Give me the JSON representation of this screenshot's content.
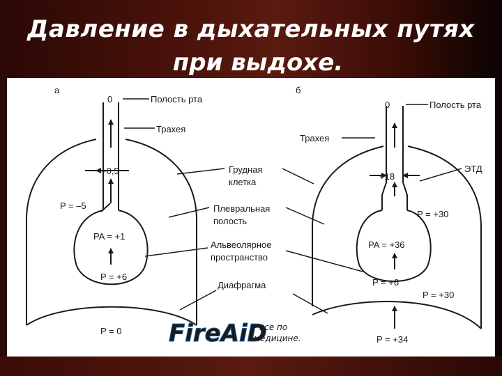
{
  "title": {
    "line1": "Давление в дыхательных путях",
    "line2": "при выдохе."
  },
  "left": {
    "panel_letter": "а",
    "mouth_value": "0",
    "mouth_label": "Полость рта",
    "trachea_label": "Трахея",
    "airway_value": "+0,5",
    "pleural_pressure": "P = –5",
    "alveolar_pressure": "PA = +1",
    "elastic_pressure": "P = +6",
    "abdominal_pressure": "P = 0"
  },
  "right": {
    "panel_letter": "б",
    "mouth_value": "0",
    "mouth_label": "Полость рта",
    "trachea_label": "Трахея",
    "airway_value": "+18",
    "etd_label": "ЭТД",
    "pleural_pressure": "P = +30",
    "alveolar_pressure": "PA = +36",
    "elastic_pressure": "P = +6",
    "lower_pleural_pressure": "P = +30",
    "abdominal_pressure": "P = +34"
  },
  "center_labels": {
    "chest_wall_line1": "Грудная",
    "chest_wall_line2": "клетка",
    "pleural_line1": "Плевральная",
    "pleural_line2": "полость",
    "alveolar_line1": "Альвеолярное",
    "alveolar_line2": "пространство",
    "diaphragm": "Диафрагма"
  },
  "logo": {
    "main": "FireAiD",
    "sub_line1": "- все по",
    "sub_line2": "медицине."
  },
  "colors": {
    "logo_blue": "#3a8fd0",
    "logo_text": "#1f5f96"
  }
}
